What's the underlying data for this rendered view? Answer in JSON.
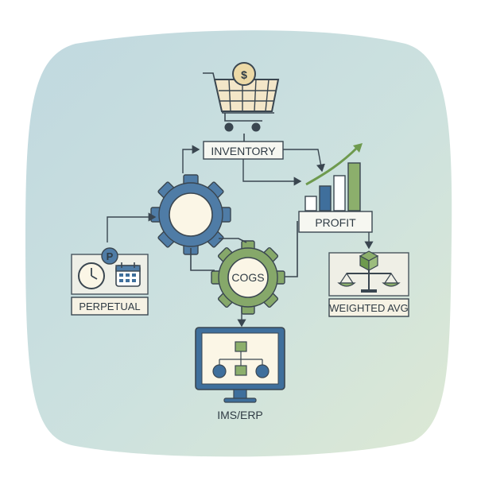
{
  "nodes": {
    "inventory": "INVENTORY",
    "profit": "PROFIT",
    "cogs": "COGS",
    "perpetual": "PERPETUAL",
    "weighted_avg": "WEIGHTED AVG",
    "ims_erp": "IMS/ERP"
  },
  "icons": {
    "cart_coin_symbol": "$",
    "parking_symbol": "P"
  },
  "colors": {
    "background_blob": "#c9dfe0",
    "gear_blue": "#4f7ca6",
    "gear_green": "#86a86a",
    "bar_blue": "#3f6f9c",
    "bar_green": "#8caf6c",
    "trend_arrow": "#6e9a4e",
    "outline": "#3a4650"
  }
}
